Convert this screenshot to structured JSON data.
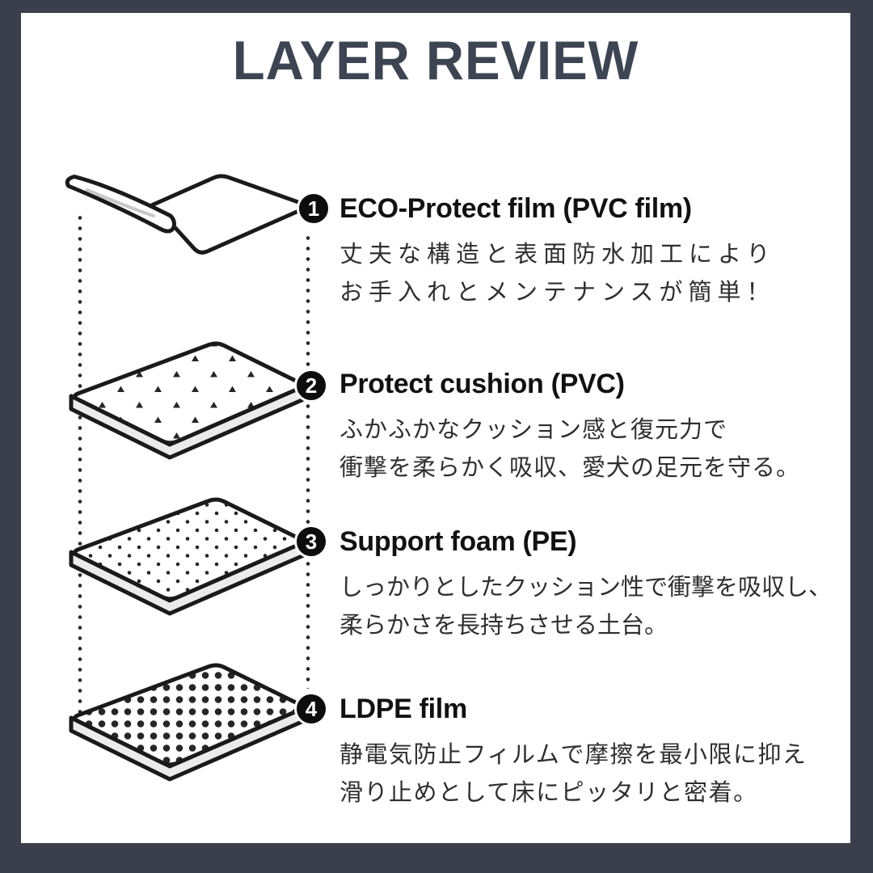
{
  "title": "LAYER REVIEW",
  "colors": {
    "frame_border": "#3A3F4B",
    "title_text": "#3D4452",
    "heading_text": "#111111",
    "body_text": "#2E2E2E",
    "badge_background": "#0D0D0D",
    "badge_text": "#FFFFFF",
    "line_art": "#1A1A1A",
    "slab_side": "#EBEBEB"
  },
  "layers": [
    {
      "number": "1",
      "heading": "ECO-Protect film (PVC film)",
      "lines": [
        "丈夫な構造と表面防水加工により",
        "お手入れとメンテナンスが簡単！"
      ],
      "icon": "pvc-film-layer-icon"
    },
    {
      "number": "2",
      "heading": "Protect cushion (PVC)",
      "lines": [
        "ふかふかなクッション感と復元力で",
        "衝撃を柔らかく吸収、愛犬の足元を守る。"
      ],
      "icon": "protect-cushion-layer-icon"
    },
    {
      "number": "3",
      "heading": "Support foam (PE)",
      "lines": [
        "しっかりとしたクッション性で衝撃を吸収し、",
        "柔らかさを長持ちさせる土台。"
      ],
      "icon": "support-foam-layer-icon"
    },
    {
      "number": "4",
      "heading": "LDPE film",
      "lines": [
        "静電気防止フィルムで摩擦を最小限に抑え",
        "滑り止めとして床にピッタリと密着。"
      ],
      "icon": "ldpe-film-layer-icon"
    }
  ]
}
